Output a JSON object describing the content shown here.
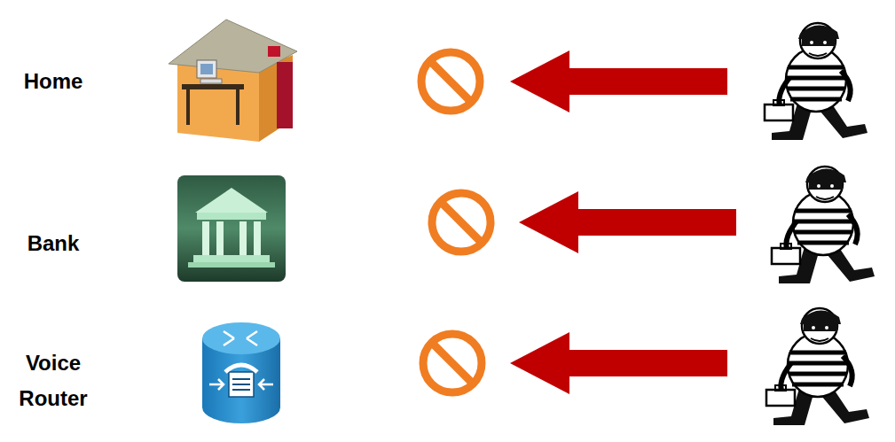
{
  "diagram": {
    "labels": [
      "Home",
      "Bank",
      "Voice Router"
    ]
  }
}
